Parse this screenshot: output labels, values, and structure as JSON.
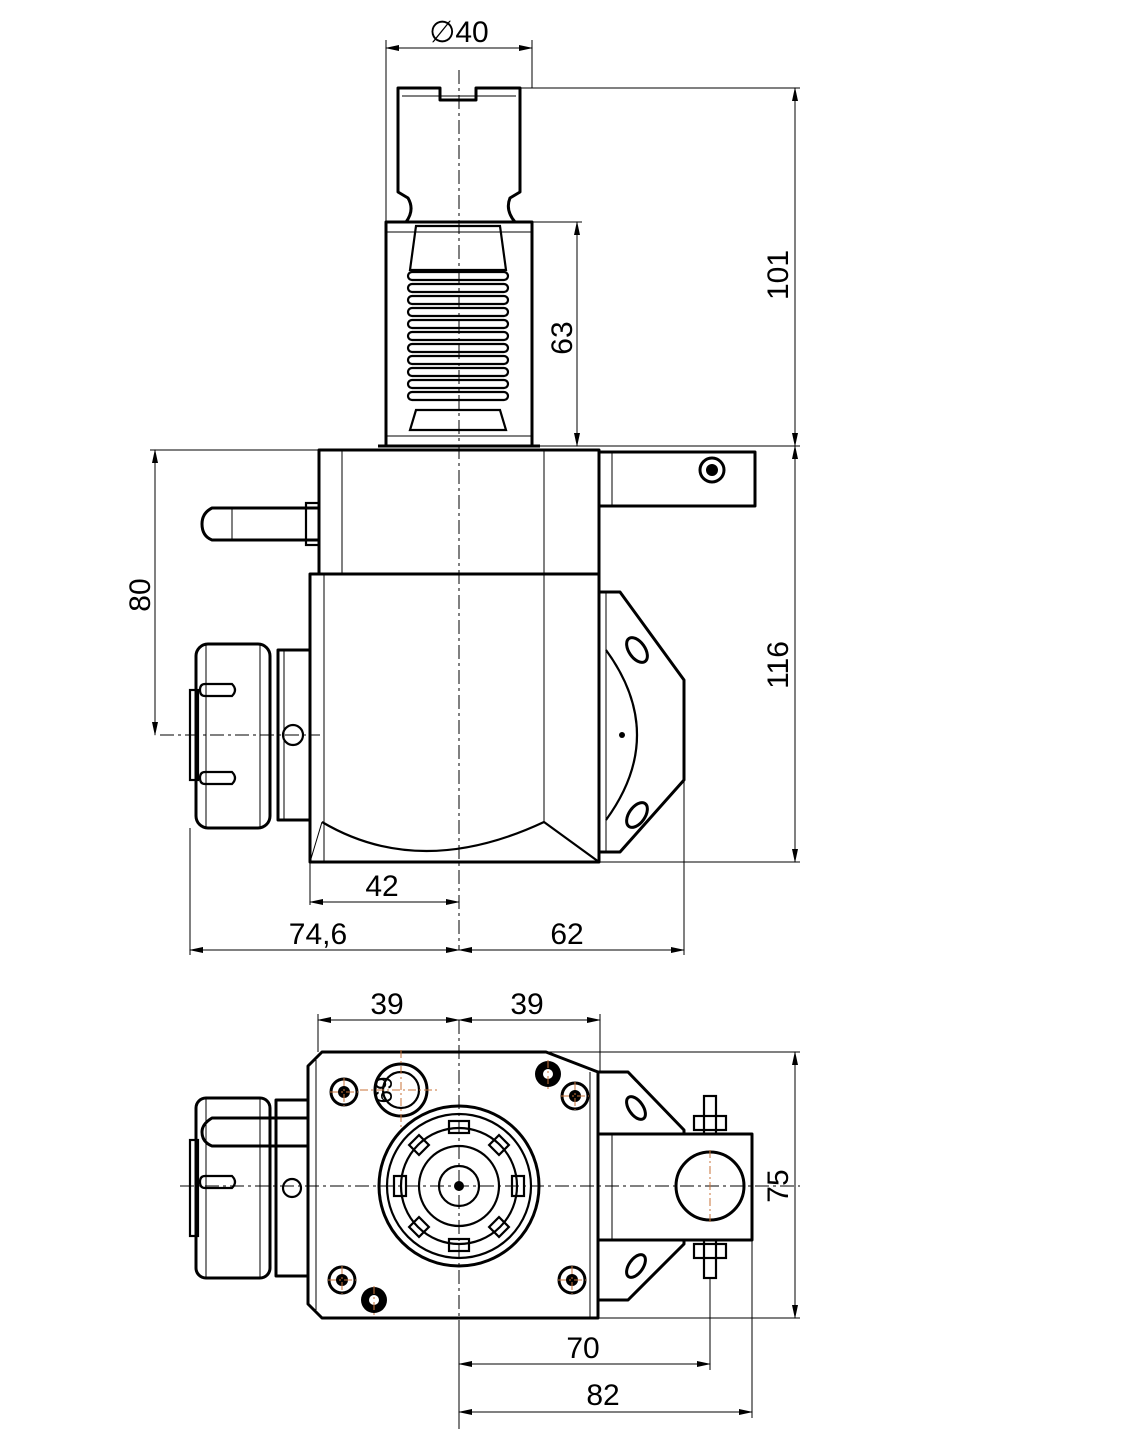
{
  "drawing_type": "technical-drawing",
  "side_view": {
    "dimensions": {
      "shank_diameter": "∅40",
      "overall_height": "101",
      "shank_length": "63",
      "spindle_center_height": "80",
      "body_height": "116",
      "left_offset": "42",
      "collet_reach": "74,6",
      "right_reach": "62"
    }
  },
  "bottom_view": {
    "dimensions": {
      "left_half_width": "39",
      "right_half_width": "39",
      "mount_width": "75",
      "clamp_distance": "70",
      "overall_length": "82",
      "hole_label": "69"
    }
  }
}
